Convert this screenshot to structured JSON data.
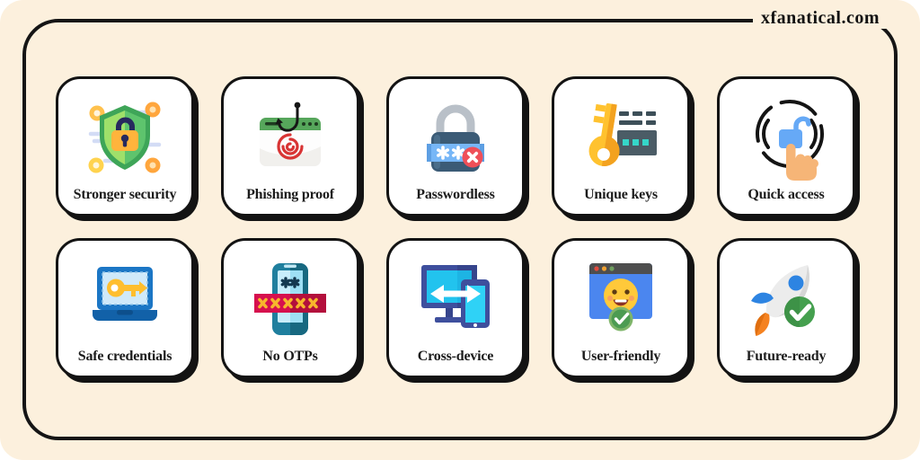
{
  "brand": {
    "label": "xfanatical.com"
  },
  "panel": {
    "background_color": "#fcf0dd",
    "border_color": "#151515",
    "card_background": "#ffffff",
    "card_border": "#131313",
    "label_color": "#1c1c1c"
  },
  "cards": [
    {
      "label": "Stronger security",
      "icon": "shield-lock-icon"
    },
    {
      "label": "Phishing proof",
      "icon": "phishing-hook-browser-icon"
    },
    {
      "label": "Passwordless",
      "icon": "password-lock-crossed-icon"
    },
    {
      "label": "Unique keys",
      "icon": "key-server-icon"
    },
    {
      "label": "Quick access",
      "icon": "tap-unlock-icon"
    },
    {
      "label": "Safe credentials",
      "icon": "laptop-key-icon"
    },
    {
      "label": "No OTPs",
      "icon": "phone-otp-blocked-icon"
    },
    {
      "label": "Cross-device",
      "icon": "devices-sync-icon"
    },
    {
      "label": "User-friendly",
      "icon": "smiley-browser-check-icon"
    },
    {
      "label": "Future-ready",
      "icon": "rocket-check-icon"
    }
  ]
}
